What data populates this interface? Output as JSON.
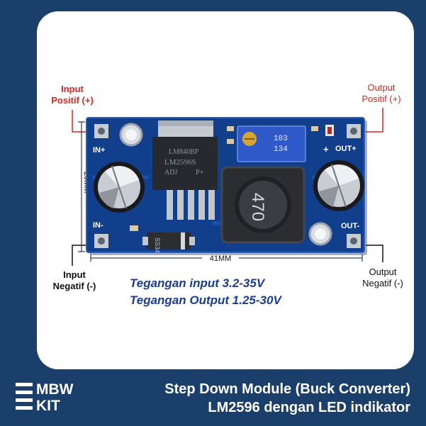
{
  "labels": {
    "input_positive": [
      "Input",
      "Positif (+)"
    ],
    "output_positive": [
      "Output",
      "Positif (+)"
    ],
    "input_negative": [
      "Input",
      "Negatif (-)"
    ],
    "output_negative": [
      "Output",
      "Negatif (-)"
    ]
  },
  "dimensions": {
    "height": "20MM",
    "width": "41MM"
  },
  "board_silkscreen": {
    "in_plus": "IN+",
    "in_minus": "IN-",
    "out_plus": "OUT+",
    "out_minus": "OUT-",
    "plus": "+",
    "chip_line1": "LM2596S",
    "chip_line2": "ADJ",
    "chip_line3": "P+",
    "chip_brand": "LM840BP",
    "inductor": "470",
    "pot_line1": "103",
    "pot_line2": "134",
    "diode": "SS34"
  },
  "specs": {
    "input": "Tegangan input 3.2-35V",
    "output": "Tegangan Output 1.25-30V"
  },
  "footer": {
    "brand_line1": "MBW",
    "brand_line2": "KIT",
    "title_line1": "Step Down Module (Buck Converter)",
    "title_line2": "LM2596 dengan LED indikator"
  },
  "colors": {
    "background": "#1b3f6b",
    "card": "#ffffff",
    "pcb": "#123f8c",
    "red_label": "#d8261d",
    "spec_text": "#1a3d8f"
  }
}
